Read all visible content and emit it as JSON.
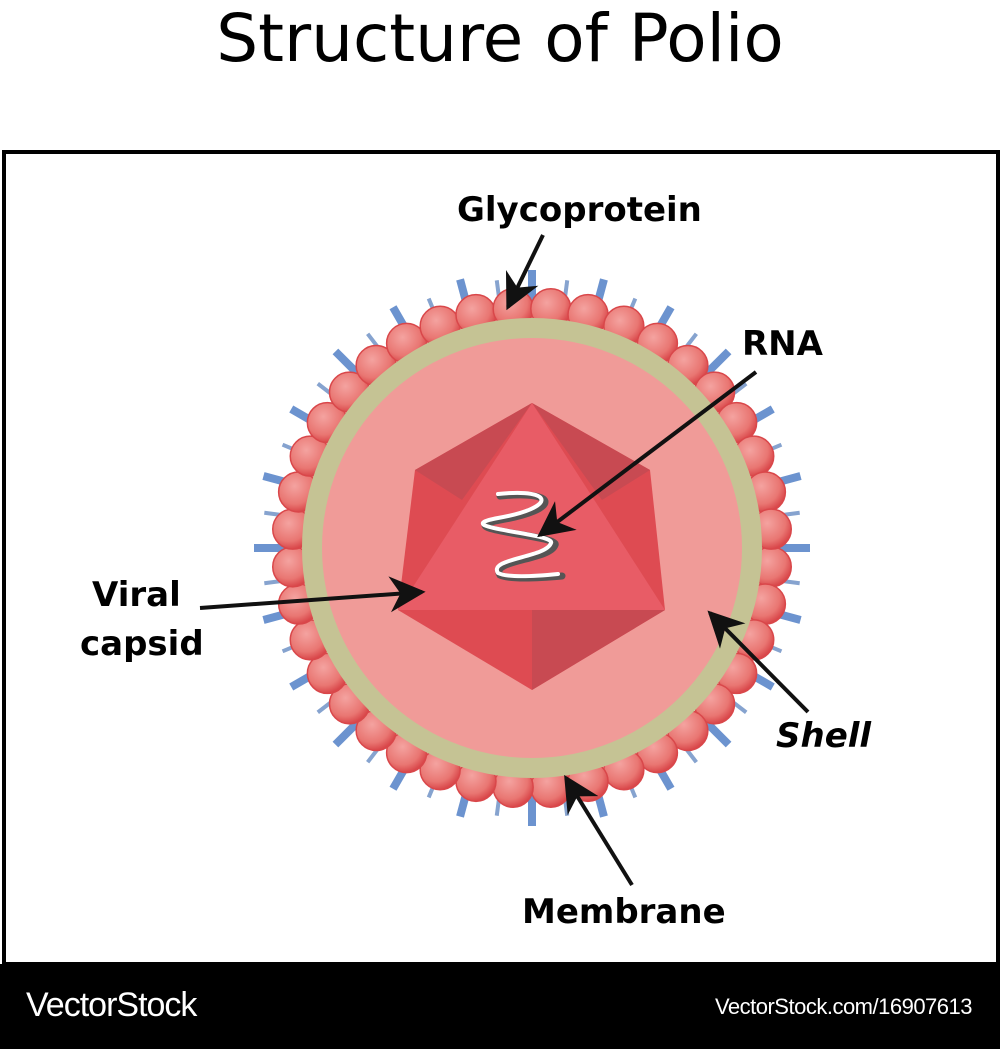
{
  "title": "Structure of Polio",
  "labels": {
    "glycoprotein": "Glycoprotein",
    "rna": "RNA",
    "viral_capsid_line1": "Viral",
    "viral_capsid_line2": "capsid",
    "shell": "Shell",
    "membrane": "Membrane"
  },
  "footer": {
    "brand": "VectorStock",
    "url": "VectorStock.com/16907613"
  },
  "colors": {
    "spike": "#6c93cf",
    "bead": "#e86b6b",
    "membrane": "#c5c394",
    "shell": "#f09b98",
    "capsid_light": "#e85c66",
    "capsid_mid": "#de4b52",
    "capsid_dark": "#c84a52"
  }
}
